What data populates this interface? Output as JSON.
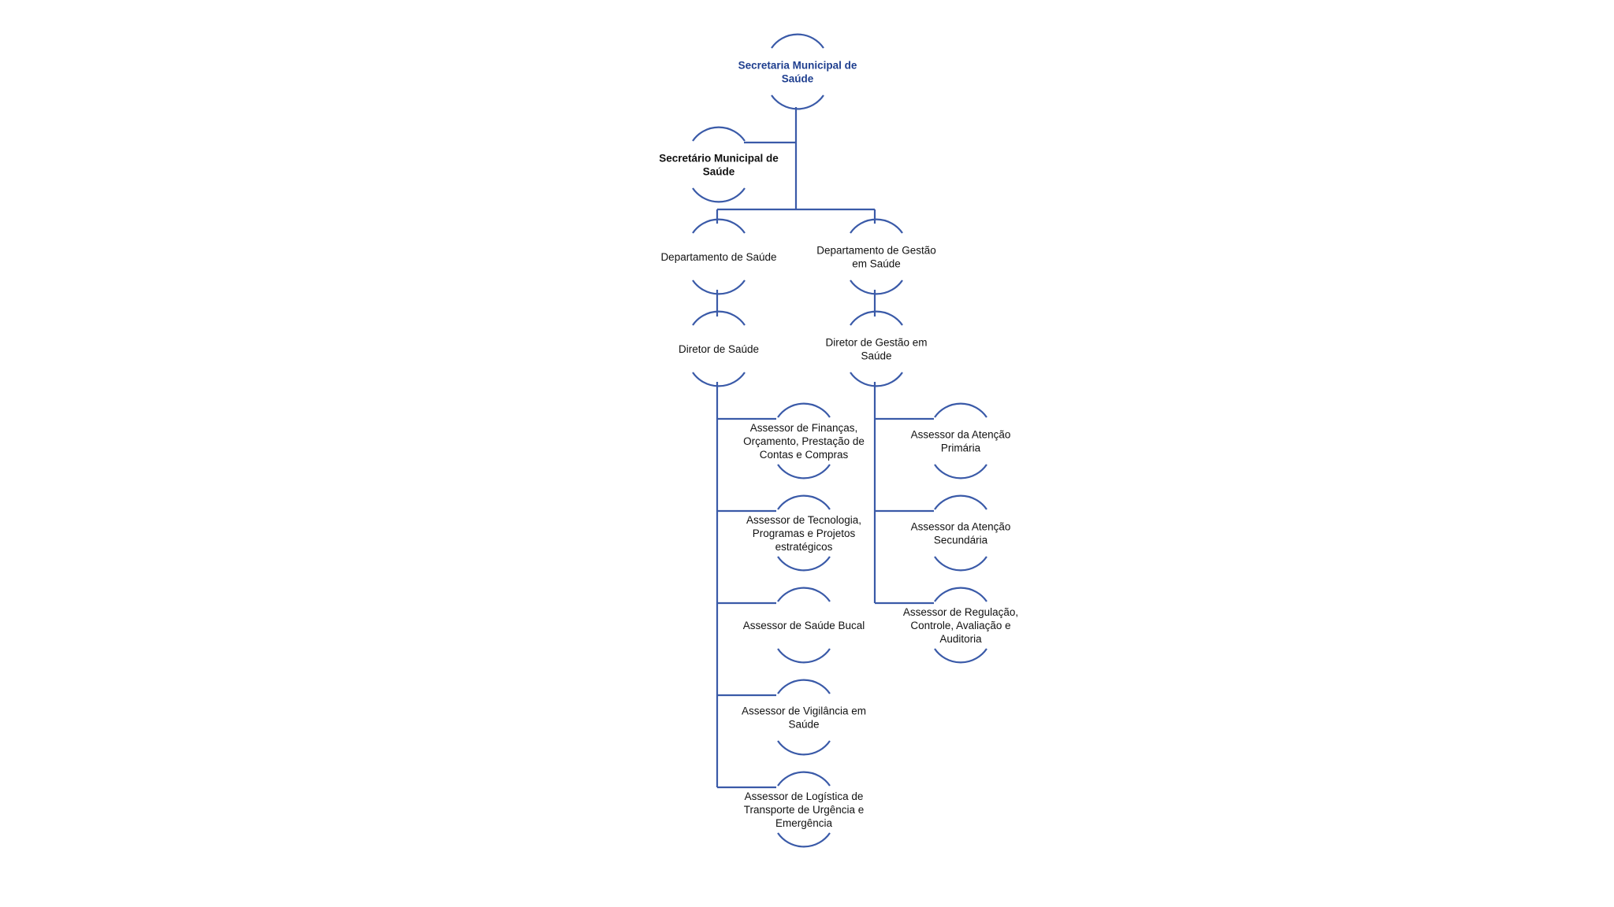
{
  "colors": {
    "line": "#3a5aa8",
    "title_text": "#1f3f8f",
    "text": "#111111"
  },
  "nodes": {
    "root": {
      "lines": [
        "Secretaria Municipal de",
        "Saúde"
      ]
    },
    "secretario": {
      "lines": [
        "Secretário Municipal de",
        "Saúde"
      ]
    },
    "dep_saude": {
      "lines": [
        "Departamento de Saúde"
      ]
    },
    "dep_gestao": {
      "lines": [
        "Departamento de Gestão",
        "em Saúde"
      ]
    },
    "dir_saude": {
      "lines": [
        "Diretor de Saúde"
      ]
    },
    "dir_gestao": {
      "lines": [
        "Diretor de Gestão em",
        "Saúde"
      ]
    },
    "ass_financas": {
      "lines": [
        "Assessor de Finanças,",
        "Orçamento, Prestação de",
        "Contas e Compras"
      ]
    },
    "ass_tecnologia": {
      "lines": [
        "Assessor de Tecnologia,",
        "Programas e Projetos",
        "estratégicos"
      ]
    },
    "ass_bucal": {
      "lines": [
        "Assessor de Saúde Bucal"
      ]
    },
    "ass_vigilancia": {
      "lines": [
        "Assessor de Vigilância em",
        "Saúde"
      ]
    },
    "ass_logistica": {
      "lines": [
        "Assessor de Logística de",
        "Transporte de Urgência e",
        "Emergência"
      ]
    },
    "ass_primaria": {
      "lines": [
        "Assessor da Atenção",
        "Primária"
      ]
    },
    "ass_secundaria": {
      "lines": [
        "Assessor da Atenção",
        "Secundária"
      ]
    },
    "ass_regulacao": {
      "lines": [
        "Assessor de Regulação,",
        "Controle, Avaliação e",
        "Auditoria"
      ]
    }
  }
}
